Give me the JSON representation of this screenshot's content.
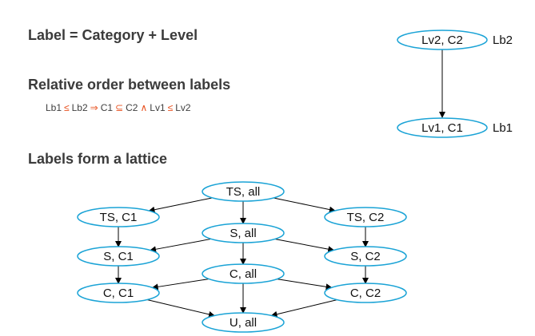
{
  "headings": {
    "label_def": "Label = Category + Level",
    "relative_order": "Relative order between labels",
    "lattice": "Labels form a lattice"
  },
  "formula": {
    "lb1": "Lb1",
    "leq1": "≤",
    "lb2": "Lb2",
    "implies": "⇒",
    "c1": "C1",
    "subseteq": "⊆",
    "c2": "C2",
    "and": "∧",
    "lv1": "Lv1",
    "leq2": "≤",
    "lv2": "Lv2"
  },
  "order_example": {
    "upper": {
      "text": "Lv2, C2",
      "tag": "Lb2"
    },
    "lower": {
      "text": "Lv1, C1",
      "tag": "Lb1"
    }
  },
  "lattice": {
    "nodes": {
      "ts_all": "TS, all",
      "ts_c1": "TS, C1",
      "ts_c2": "TS, C2",
      "s_all": "S, all",
      "s_c1": "S, C1",
      "s_c2": "S, C2",
      "c_all": "C, all",
      "c_c1": "C, C1",
      "c_c2": "C, C2",
      "u_all": "U, all"
    },
    "edges": [
      [
        "ts_all",
        "ts_c1"
      ],
      [
        "ts_all",
        "s_all"
      ],
      [
        "ts_all",
        "ts_c2"
      ],
      [
        "ts_c1",
        "s_c1"
      ],
      [
        "ts_c2",
        "s_c2"
      ],
      [
        "s_all",
        "s_c1"
      ],
      [
        "s_all",
        "c_all"
      ],
      [
        "s_all",
        "s_c2"
      ],
      [
        "s_c1",
        "c_c1"
      ],
      [
        "s_c2",
        "c_c2"
      ],
      [
        "c_all",
        "c_c1"
      ],
      [
        "c_all",
        "u_all"
      ],
      [
        "c_all",
        "c_c2"
      ],
      [
        "c_c1",
        "u_all"
      ],
      [
        "c_c2",
        "u_all"
      ]
    ]
  },
  "colors": {
    "node_stroke": "#1aa3d6",
    "edge": "#000000",
    "operator": "#e8501e"
  }
}
